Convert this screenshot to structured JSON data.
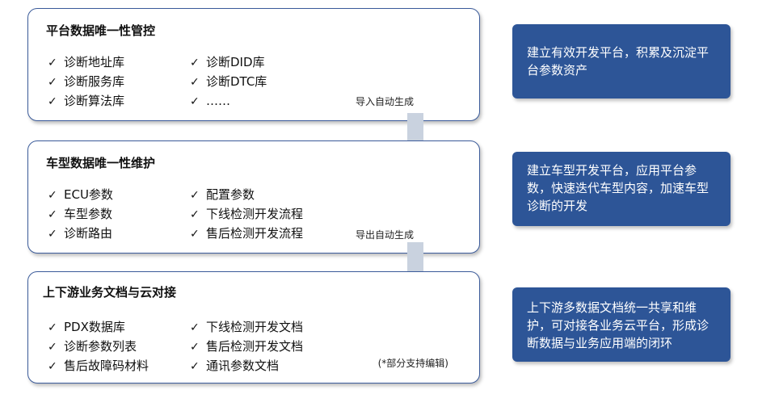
{
  "panels": [
    {
      "title": "平台数据唯一性管控",
      "left": [
        "诊断地址库",
        "诊断服务库",
        "诊断算法库"
      ],
      "right": [
        "诊断DID库",
        "诊断DTC库",
        "……"
      ]
    },
    {
      "title": "车型数据唯一性维护",
      "left": [
        "ECU参数",
        "车型参数",
        "诊断路由"
      ],
      "right": [
        "配置参数",
        "下线检测开发流程",
        "售后检测开发流程"
      ]
    },
    {
      "title": "上下游业务文档与云对接",
      "left": [
        "PDX数据库",
        "诊断参数列表",
        "售后故障码材料"
      ],
      "right": [
        "下线检测开发文档",
        "售后检测开发文档",
        "通讯参数文档"
      ]
    }
  ],
  "notes": {
    "import_auto": "导入自动生成",
    "export_auto": "导出自动生成",
    "partial_edit": "(*部分支持编辑)"
  },
  "benefits": [
    "建立有效开发平台，积累及沉淀平台参数资产",
    "建立车型开发平台，应用平台参数，快速迭代车型内容，加速车型诊断的开发",
    "上下游多数据文档统一共享和维护，可对接各业务云平台，形成诊断数据与业务应用端的闭环"
  ],
  "colors": {
    "accent": "#2d5597",
    "border": "#3b5b9a",
    "arrow": "#c9d2df"
  },
  "icons": {
    "check": "check-icon",
    "arrow": "down-arrow-icon"
  }
}
